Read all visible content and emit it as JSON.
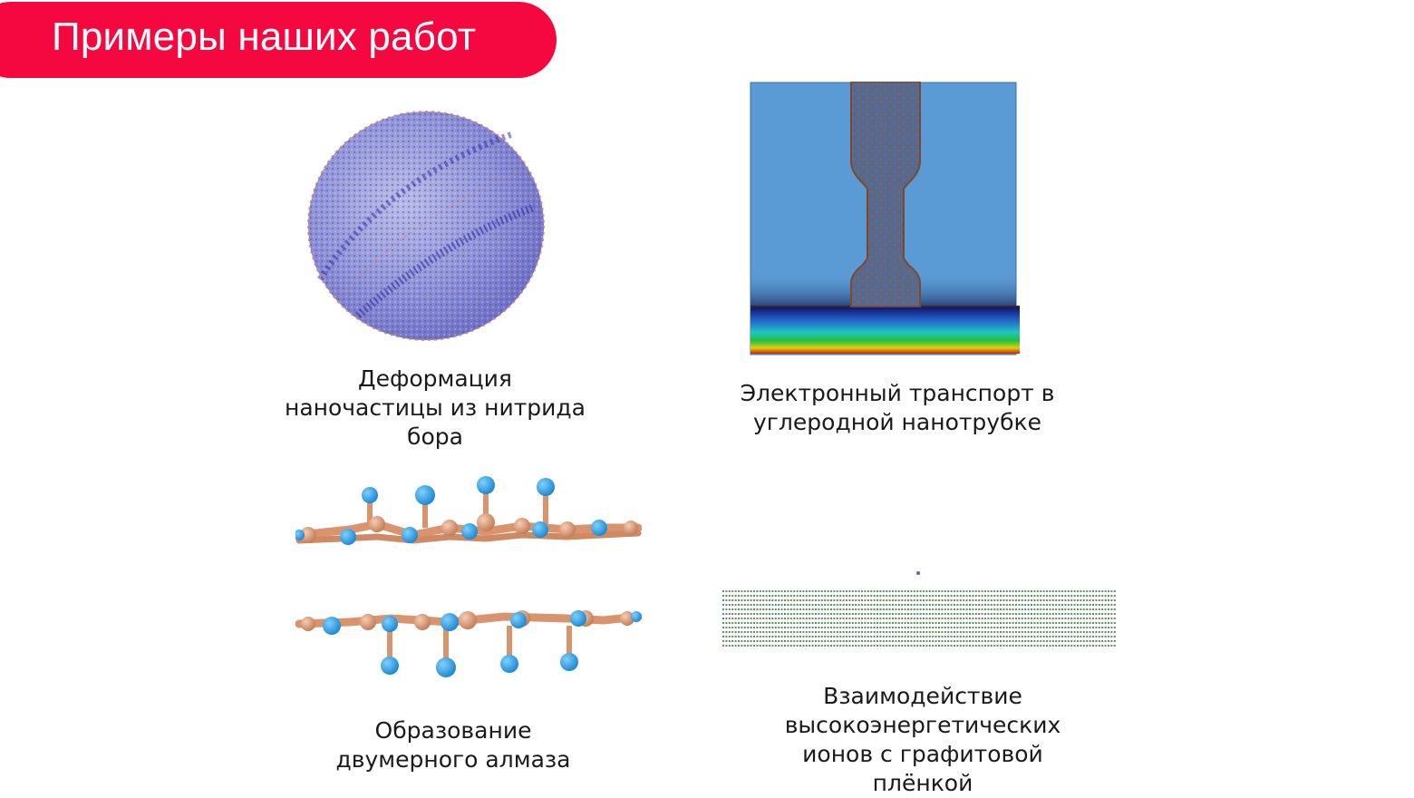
{
  "slide": {
    "title": "Примеры наших работ",
    "accent_color": "#f5073f"
  },
  "examples": [
    {
      "caption_lines": [
        "Деформация",
        "наночастицы из нитрида",
        "бора"
      ],
      "image": "boron-nitride-nanoparticle"
    },
    {
      "caption_lines": [
        "Электронный транспорт в",
        "углеродной нанотрубке"
      ],
      "image": "carbon-nanotube-transport"
    },
    {
      "caption_lines": [
        "Образование",
        "двумерного алмаза"
      ],
      "image": "two-dimensional-diamond"
    },
    {
      "caption_lines": [
        "Взаимодействие",
        "высокоэнергетических",
        "ионов с графитовой",
        "плёнкой"
      ],
      "image": "ion-graphite-film"
    }
  ]
}
